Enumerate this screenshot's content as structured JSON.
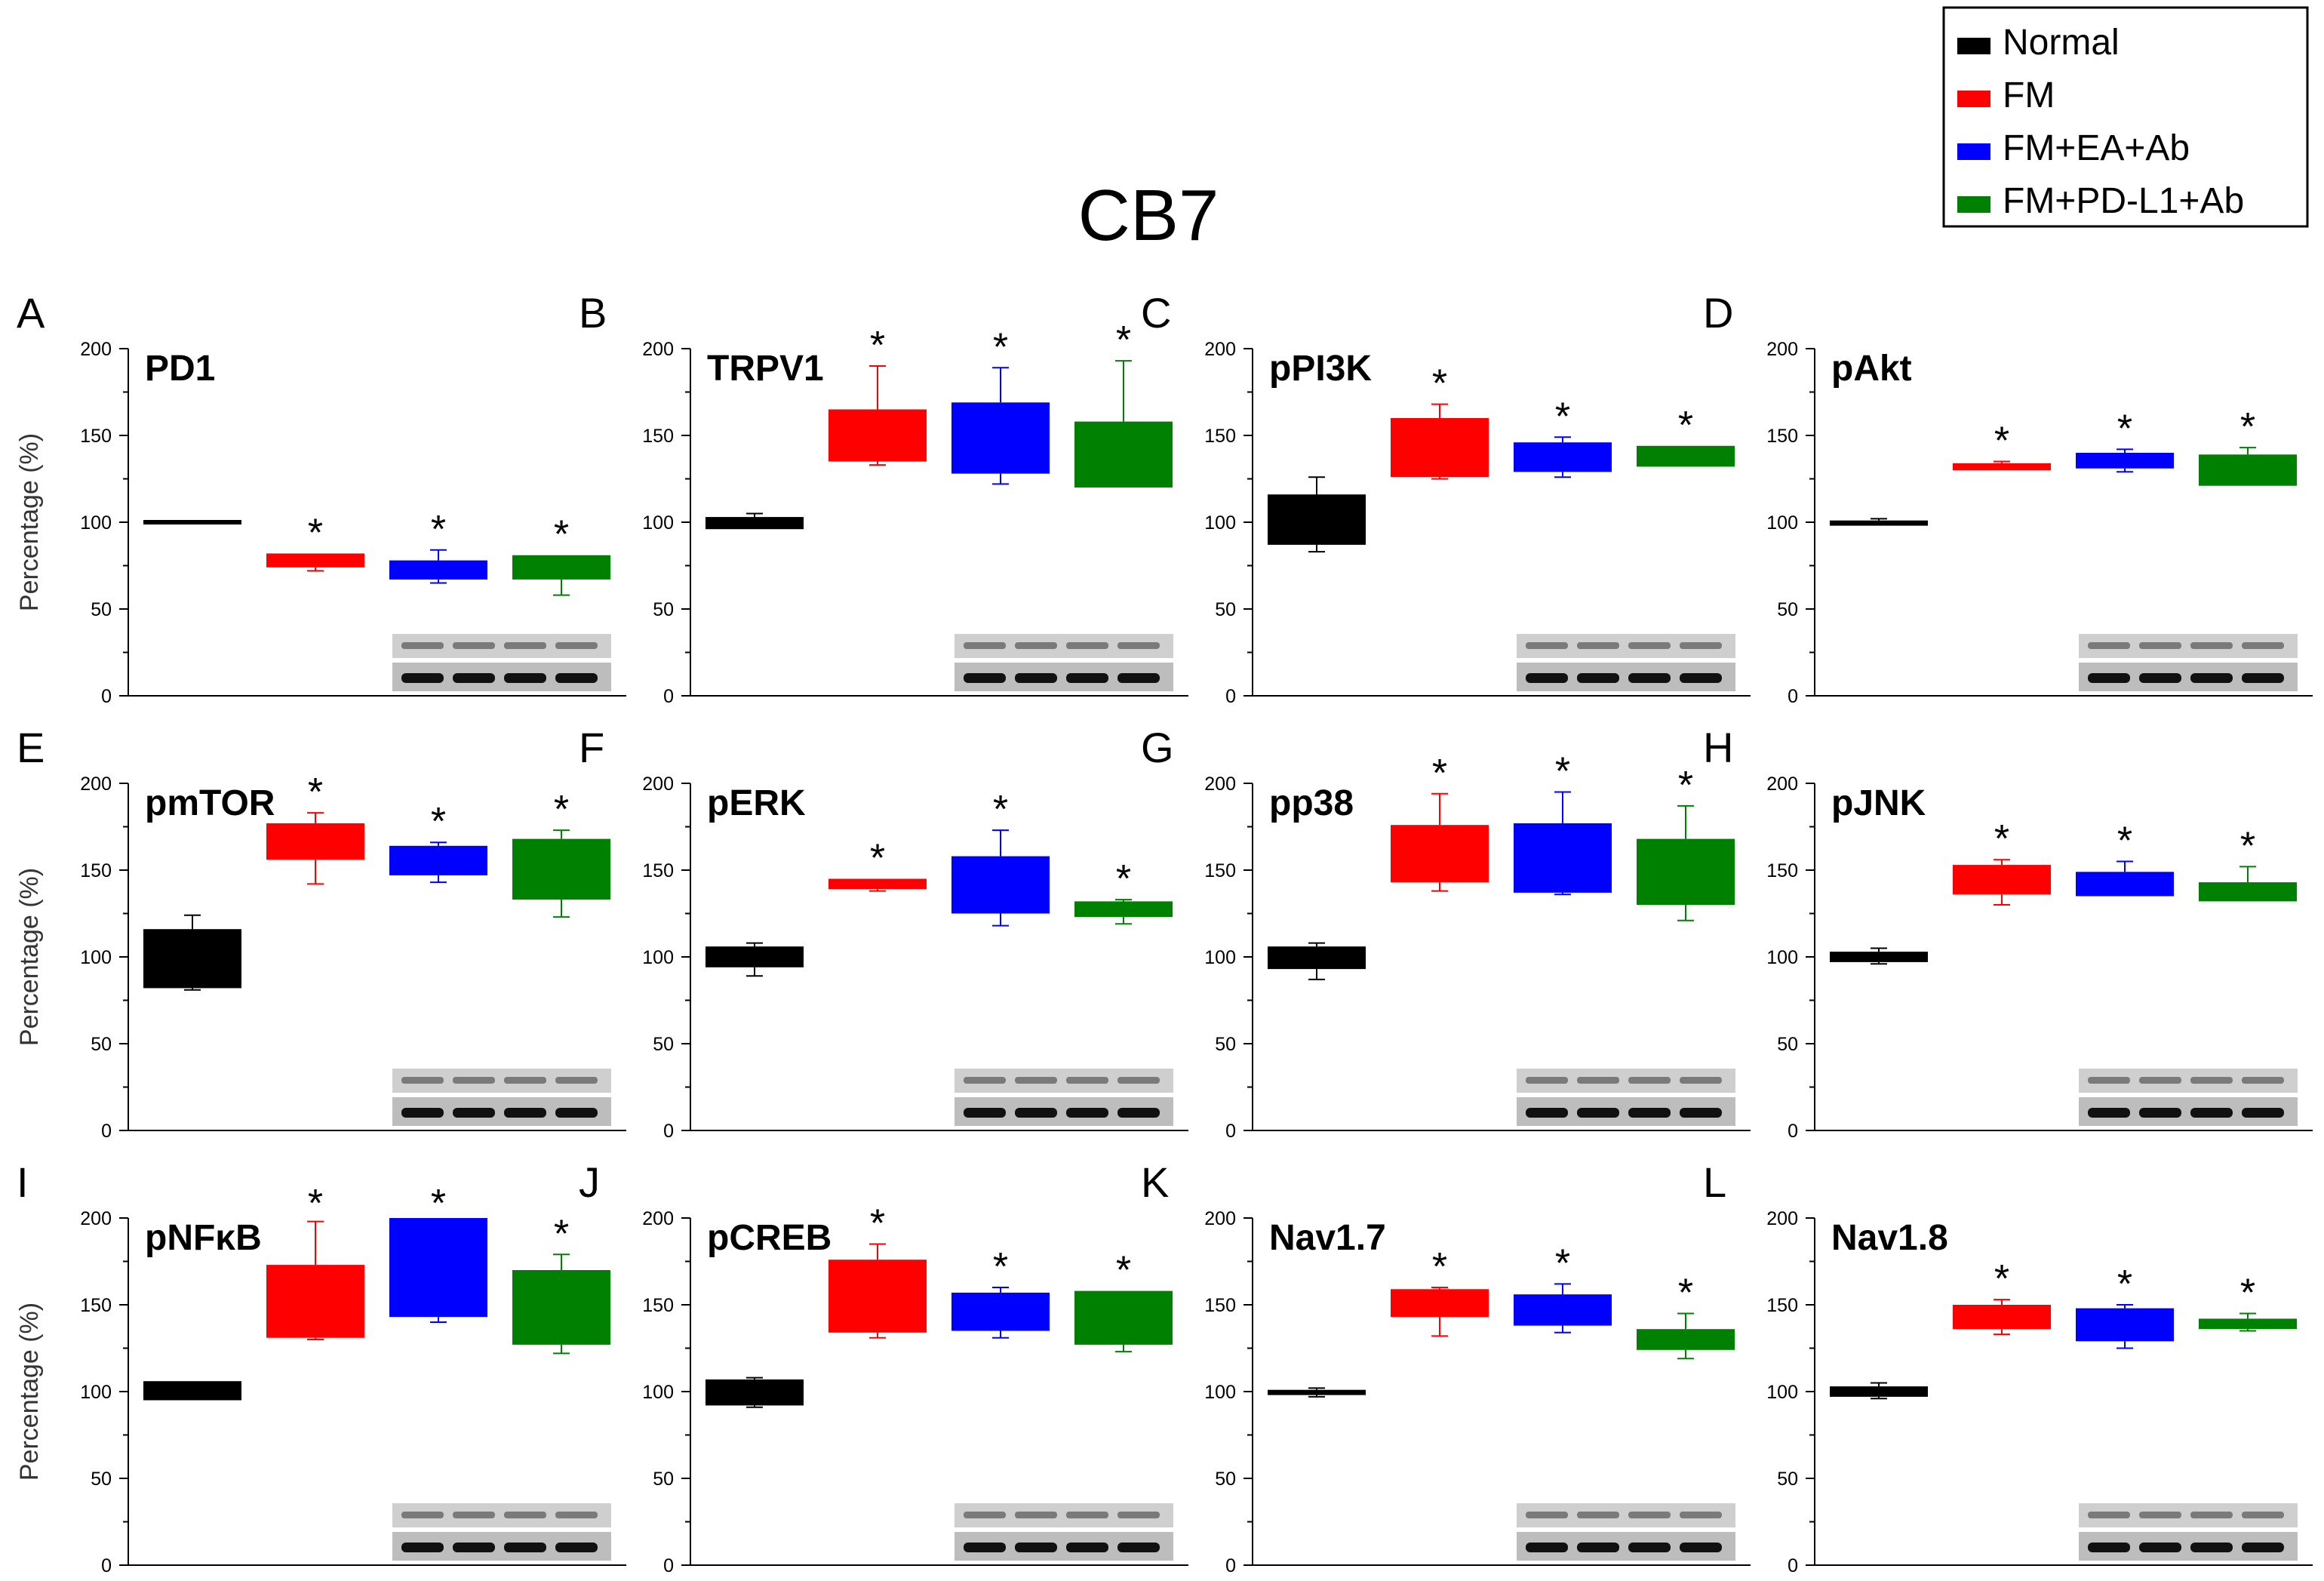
{
  "title": "CB7",
  "legend": {
    "placement": "top-right",
    "items": [
      {
        "label": "Normal",
        "color": "#000000"
      },
      {
        "label": "FM",
        "color": "#ff0000"
      },
      {
        "label": "FM+EA+Ab",
        "color": "#0000ff"
      },
      {
        "label": "FM+PD-L1+Ab",
        "color": "#008000"
      }
    ]
  },
  "chart_data": [
    {
      "type": "bar",
      "letter": "A",
      "title": "PD1",
      "ylabel": "Percentage (%)",
      "ylim": [
        0,
        200
      ],
      "yticks": [
        0,
        50,
        100,
        150,
        200
      ],
      "series": [
        {
          "name": "Normal",
          "color": "#000000",
          "low": 100,
          "high": 100,
          "err_low": 100,
          "err_high": 100,
          "sig": false
        },
        {
          "name": "FM",
          "color": "#ff0000",
          "low": 74,
          "high": 82,
          "err_low": 72,
          "err_high": 82,
          "sig": true
        },
        {
          "name": "FM+EA+Ab",
          "color": "#0000ff",
          "low": 67,
          "high": 78,
          "err_low": 65,
          "err_high": 84,
          "sig": true
        },
        {
          "name": "FM+PD-L1+Ab",
          "color": "#008000",
          "low": 67,
          "high": 81,
          "err_low": 58,
          "err_high": 81,
          "sig": true
        }
      ]
    },
    {
      "type": "bar",
      "letter": "B",
      "title": "TRPV1",
      "ylabel": "",
      "ylim": [
        0,
        200
      ],
      "yticks": [
        0,
        50,
        100,
        150,
        200
      ],
      "series": [
        {
          "name": "Normal",
          "color": "#000000",
          "low": 96,
          "high": 103,
          "err_low": 96,
          "err_high": 105,
          "sig": false
        },
        {
          "name": "FM",
          "color": "#ff0000",
          "low": 135,
          "high": 165,
          "err_low": 133,
          "err_high": 190,
          "sig": true
        },
        {
          "name": "FM+EA+Ab",
          "color": "#0000ff",
          "low": 128,
          "high": 169,
          "err_low": 122,
          "err_high": 189,
          "sig": true
        },
        {
          "name": "FM+PD-L1+Ab",
          "color": "#008000",
          "low": 120,
          "high": 158,
          "err_low": 120,
          "err_high": 193,
          "sig": true
        }
      ]
    },
    {
      "type": "bar",
      "letter": "C",
      "title": "pPI3K",
      "ylabel": "",
      "ylim": [
        0,
        200
      ],
      "yticks": [
        0,
        50,
        100,
        150,
        200
      ],
      "series": [
        {
          "name": "Normal",
          "color": "#000000",
          "low": 87,
          "high": 116,
          "err_low": 83,
          "err_high": 126,
          "sig": false
        },
        {
          "name": "FM",
          "color": "#ff0000",
          "low": 126,
          "high": 160,
          "err_low": 125,
          "err_high": 168,
          "sig": true
        },
        {
          "name": "FM+EA+Ab",
          "color": "#0000ff",
          "low": 129,
          "high": 146,
          "err_low": 126,
          "err_high": 149,
          "sig": true
        },
        {
          "name": "FM+PD-L1+Ab",
          "color": "#008000",
          "low": 132,
          "high": 144,
          "err_low": 132,
          "err_high": 144,
          "sig": true
        }
      ]
    },
    {
      "type": "bar",
      "letter": "D",
      "title": "pAkt",
      "ylabel": "",
      "ylim": [
        0,
        200
      ],
      "yticks": [
        0,
        50,
        100,
        150,
        200
      ],
      "series": [
        {
          "name": "Normal",
          "color": "#000000",
          "low": 98,
          "high": 101,
          "err_low": 98,
          "err_high": 102,
          "sig": false
        },
        {
          "name": "FM",
          "color": "#ff0000",
          "low": 130,
          "high": 134,
          "err_low": 130,
          "err_high": 135,
          "sig": true
        },
        {
          "name": "FM+EA+Ab",
          "color": "#0000ff",
          "low": 131,
          "high": 140,
          "err_low": 129,
          "err_high": 142,
          "sig": true
        },
        {
          "name": "FM+PD-L1+Ab",
          "color": "#008000",
          "low": 121,
          "high": 139,
          "err_low": 121,
          "err_high": 143,
          "sig": true
        }
      ]
    },
    {
      "type": "bar",
      "letter": "E",
      "title": "pmTOR",
      "ylabel": "Percentage (%)",
      "ylim": [
        0,
        200
      ],
      "yticks": [
        0,
        50,
        100,
        150,
        200
      ],
      "series": [
        {
          "name": "Normal",
          "color": "#000000",
          "low": 82,
          "high": 116,
          "err_low": 81,
          "err_high": 124,
          "sig": false
        },
        {
          "name": "FM",
          "color": "#ff0000",
          "low": 156,
          "high": 177,
          "err_low": 142,
          "err_high": 183,
          "sig": true
        },
        {
          "name": "FM+EA+Ab",
          "color": "#0000ff",
          "low": 147,
          "high": 164,
          "err_low": 143,
          "err_high": 166,
          "sig": true
        },
        {
          "name": "FM+PD-L1+Ab",
          "color": "#008000",
          "low": 133,
          "high": 168,
          "err_low": 123,
          "err_high": 173,
          "sig": true
        }
      ]
    },
    {
      "type": "bar",
      "letter": "F",
      "title": "pERK",
      "ylabel": "",
      "ylim": [
        0,
        200
      ],
      "yticks": [
        0,
        50,
        100,
        150,
        200
      ],
      "series": [
        {
          "name": "Normal",
          "color": "#000000",
          "low": 94,
          "high": 106,
          "err_low": 89,
          "err_high": 108,
          "sig": false
        },
        {
          "name": "FM",
          "color": "#ff0000",
          "low": 139,
          "high": 145,
          "err_low": 138,
          "err_high": 145,
          "sig": true
        },
        {
          "name": "FM+EA+Ab",
          "color": "#0000ff",
          "low": 125,
          "high": 158,
          "err_low": 118,
          "err_high": 173,
          "sig": true
        },
        {
          "name": "FM+PD-L1+Ab",
          "color": "#008000",
          "low": 123,
          "high": 132,
          "err_low": 119,
          "err_high": 133,
          "sig": true
        }
      ]
    },
    {
      "type": "bar",
      "letter": "G",
      "title": "pp38",
      "ylabel": "",
      "ylim": [
        0,
        200
      ],
      "yticks": [
        0,
        50,
        100,
        150,
        200
      ],
      "series": [
        {
          "name": "Normal",
          "color": "#000000",
          "low": 93,
          "high": 106,
          "err_low": 87,
          "err_high": 108,
          "sig": false
        },
        {
          "name": "FM",
          "color": "#ff0000",
          "low": 143,
          "high": 176,
          "err_low": 138,
          "err_high": 194,
          "sig": true
        },
        {
          "name": "FM+EA+Ab",
          "color": "#0000ff",
          "low": 137,
          "high": 177,
          "err_low": 136,
          "err_high": 195,
          "sig": true
        },
        {
          "name": "FM+PD-L1+Ab",
          "color": "#008000",
          "low": 130,
          "high": 168,
          "err_low": 121,
          "err_high": 187,
          "sig": true
        }
      ]
    },
    {
      "type": "bar",
      "letter": "H",
      "title": "pJNK",
      "ylabel": "",
      "ylim": [
        0,
        200
      ],
      "yticks": [
        0,
        50,
        100,
        150,
        200
      ],
      "series": [
        {
          "name": "Normal",
          "color": "#000000",
          "low": 97,
          "high": 103,
          "err_low": 96,
          "err_high": 105,
          "sig": false
        },
        {
          "name": "FM",
          "color": "#ff0000",
          "low": 136,
          "high": 153,
          "err_low": 130,
          "err_high": 156,
          "sig": true
        },
        {
          "name": "FM+EA+Ab",
          "color": "#0000ff",
          "low": 135,
          "high": 149,
          "err_low": 135,
          "err_high": 155,
          "sig": true
        },
        {
          "name": "FM+PD-L1+Ab",
          "color": "#008000",
          "low": 132,
          "high": 143,
          "err_low": 132,
          "err_high": 152,
          "sig": true
        }
      ]
    },
    {
      "type": "bar",
      "letter": "I",
      "title": "pNFκB",
      "ylabel": "Percentage (%)",
      "ylim": [
        0,
        200
      ],
      "yticks": [
        0,
        50,
        100,
        150,
        200
      ],
      "series": [
        {
          "name": "Normal",
          "color": "#000000",
          "low": 95,
          "high": 106,
          "err_low": 95,
          "err_high": 106,
          "sig": false
        },
        {
          "name": "FM",
          "color": "#ff0000",
          "low": 131,
          "high": 173,
          "err_low": 130,
          "err_high": 198,
          "sig": true
        },
        {
          "name": "FM+EA+Ab",
          "color": "#0000ff",
          "low": 143,
          "high": 200,
          "err_low": 140,
          "err_high": 200,
          "sig": true
        },
        {
          "name": "FM+PD-L1+Ab",
          "color": "#008000",
          "low": 127,
          "high": 170,
          "err_low": 122,
          "err_high": 179,
          "sig": true
        }
      ]
    },
    {
      "type": "bar",
      "letter": "J",
      "title": "pCREB",
      "ylabel": "",
      "ylim": [
        0,
        200
      ],
      "yticks": [
        0,
        50,
        100,
        150,
        200
      ],
      "series": [
        {
          "name": "Normal",
          "color": "#000000",
          "low": 92,
          "high": 107,
          "err_low": 91,
          "err_high": 108,
          "sig": false
        },
        {
          "name": "FM",
          "color": "#ff0000",
          "low": 134,
          "high": 176,
          "err_low": 131,
          "err_high": 185,
          "sig": true
        },
        {
          "name": "FM+EA+Ab",
          "color": "#0000ff",
          "low": 135,
          "high": 157,
          "err_low": 131,
          "err_high": 160,
          "sig": true
        },
        {
          "name": "FM+PD-L1+Ab",
          "color": "#008000",
          "low": 127,
          "high": 158,
          "err_low": 123,
          "err_high": 158,
          "sig": true
        }
      ]
    },
    {
      "type": "bar",
      "letter": "K",
      "title": "Nav1.7",
      "ylabel": "",
      "ylim": [
        0,
        200
      ],
      "yticks": [
        0,
        50,
        100,
        150,
        200
      ],
      "series": [
        {
          "name": "Normal",
          "color": "#000000",
          "low": 98,
          "high": 101,
          "err_low": 97,
          "err_high": 102,
          "sig": false
        },
        {
          "name": "FM",
          "color": "#ff0000",
          "low": 143,
          "high": 159,
          "err_low": 132,
          "err_high": 160,
          "sig": true
        },
        {
          "name": "FM+EA+Ab",
          "color": "#0000ff",
          "low": 138,
          "high": 156,
          "err_low": 134,
          "err_high": 162,
          "sig": true
        },
        {
          "name": "FM+PD-L1+Ab",
          "color": "#008000",
          "low": 124,
          "high": 136,
          "err_low": 119,
          "err_high": 145,
          "sig": true
        }
      ]
    },
    {
      "type": "bar",
      "letter": "L",
      "title": "Nav1.8",
      "ylabel": "",
      "ylim": [
        0,
        200
      ],
      "yticks": [
        0,
        50,
        100,
        150,
        200
      ],
      "series": [
        {
          "name": "Normal",
          "color": "#000000",
          "low": 97,
          "high": 103,
          "err_low": 96,
          "err_high": 105,
          "sig": false
        },
        {
          "name": "FM",
          "color": "#ff0000",
          "low": 136,
          "high": 150,
          "err_low": 133,
          "err_high": 153,
          "sig": true
        },
        {
          "name": "FM+EA+Ab",
          "color": "#0000ff",
          "low": 129,
          "high": 148,
          "err_low": 125,
          "err_high": 150,
          "sig": true
        },
        {
          "name": "FM+PD-L1+Ab",
          "color": "#008000",
          "low": 136,
          "high": 142,
          "err_low": 135,
          "err_high": 145,
          "sig": true
        }
      ]
    }
  ]
}
